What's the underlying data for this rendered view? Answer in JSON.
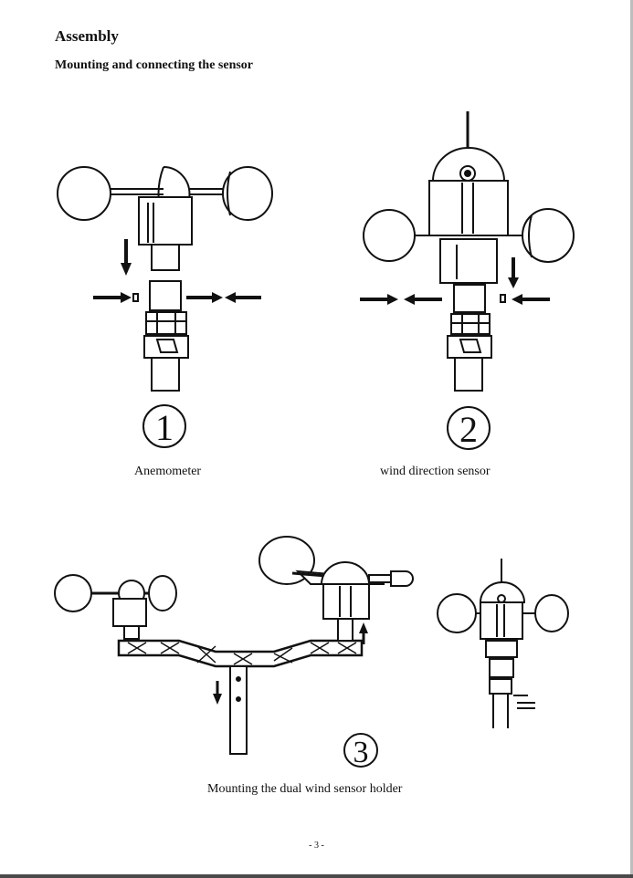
{
  "page": {
    "title": "Assembly",
    "subtitle": "Mounting and connecting the sensor",
    "page_number": "- 3 -"
  },
  "figures": [
    {
      "step": "1",
      "caption": "Anemometer"
    },
    {
      "step": "2",
      "caption": "wind direction sensor"
    },
    {
      "step": "3",
      "caption": "Mounting the dual wind sensor holder"
    }
  ]
}
